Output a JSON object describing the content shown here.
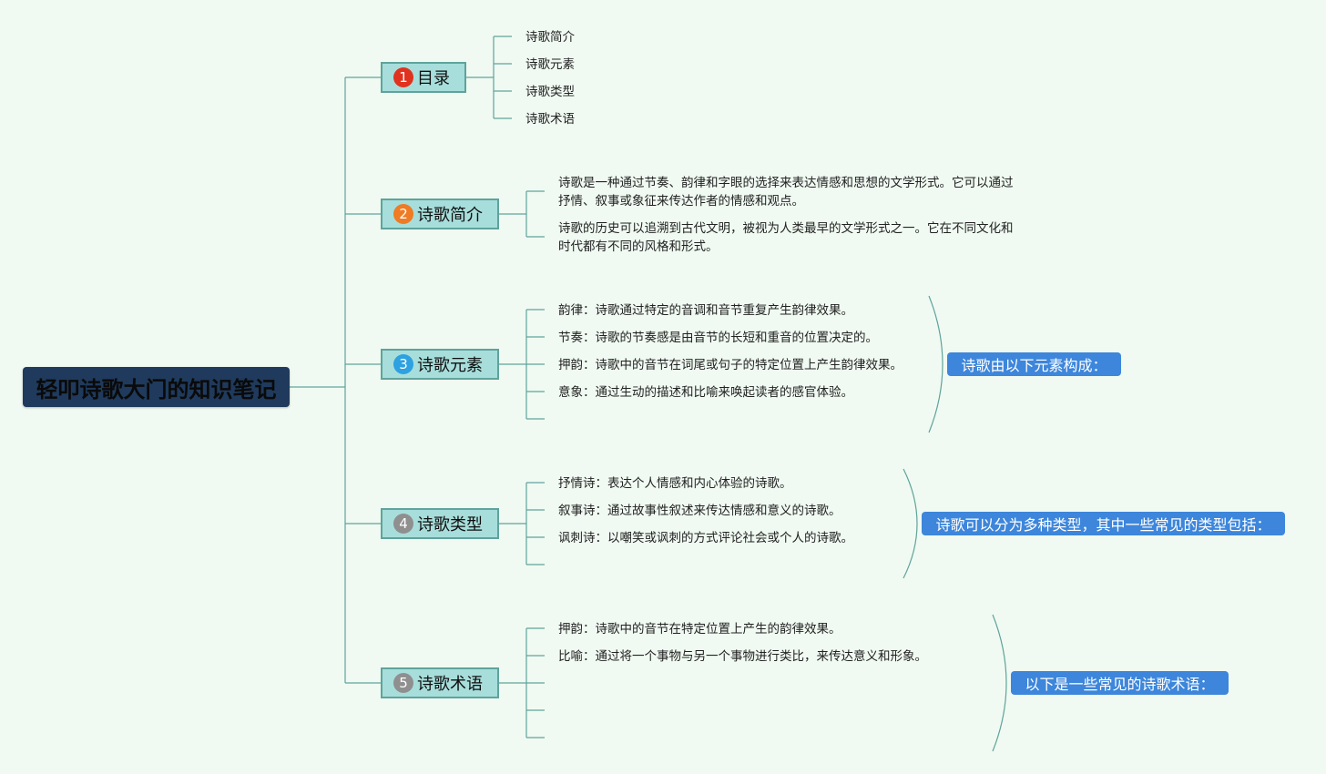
{
  "root": {
    "title": "轻叩诗歌大门的知识笔记"
  },
  "colors": {
    "line": "#5fa39b",
    "badge_1": "#e0321e",
    "badge_2": "#ef7b24",
    "badge_3": "#2ea1e0",
    "badge_4": "#8f8f8f",
    "badge_5": "#8f8f8f",
    "summary": "#3d86db"
  },
  "branches": [
    {
      "number": "1",
      "label": "目录",
      "items": [
        "诗歌简介",
        "诗歌元素",
        "诗歌类型",
        "诗歌术语"
      ]
    },
    {
      "number": "2",
      "label": "诗歌简介",
      "items": [
        "诗歌是一种通过节奏、韵律和字眼的选择来表达情感和思想的文学形式。它可以通过抒情、叙事或象征来传达作者的情感和观点。",
        "诗歌的历史可以追溯到古代文明，被视为人类最早的文学形式之一。它在不同文化和时代都有不同的风格和形式。"
      ]
    },
    {
      "number": "3",
      "label": "诗歌元素",
      "summary": "诗歌由以下元素构成：",
      "items": [
        "韵律：诗歌通过特定的音调和音节重复产生韵律效果。",
        "节奏：诗歌的节奏感是由音节的长短和重音的位置决定的。",
        "押韵：诗歌中的音节在词尾或句子的特定位置上产生韵律效果。",
        "意象：通过生动的描述和比喻来唤起读者的感官体验。"
      ]
    },
    {
      "number": "4",
      "label": "诗歌类型",
      "summary": "诗歌可以分为多种类型，其中一些常见的类型包括：",
      "items": [
        "抒情诗：表达个人情感和内心体验的诗歌。",
        "叙事诗：通过故事性叙述来传达情感和意义的诗歌。",
        "讽刺诗：以嘲笑或讽刺的方式评论社会或个人的诗歌。"
      ]
    },
    {
      "number": "5",
      "label": "诗歌术语",
      "summary": "以下是一些常见的诗歌术语：",
      "items": [
        "押韵：诗歌中的音节在特定位置上产生的韵律效果。",
        "比喻：通过将一个事物与另一个事物进行类比，来传达意义和形象。"
      ]
    }
  ]
}
